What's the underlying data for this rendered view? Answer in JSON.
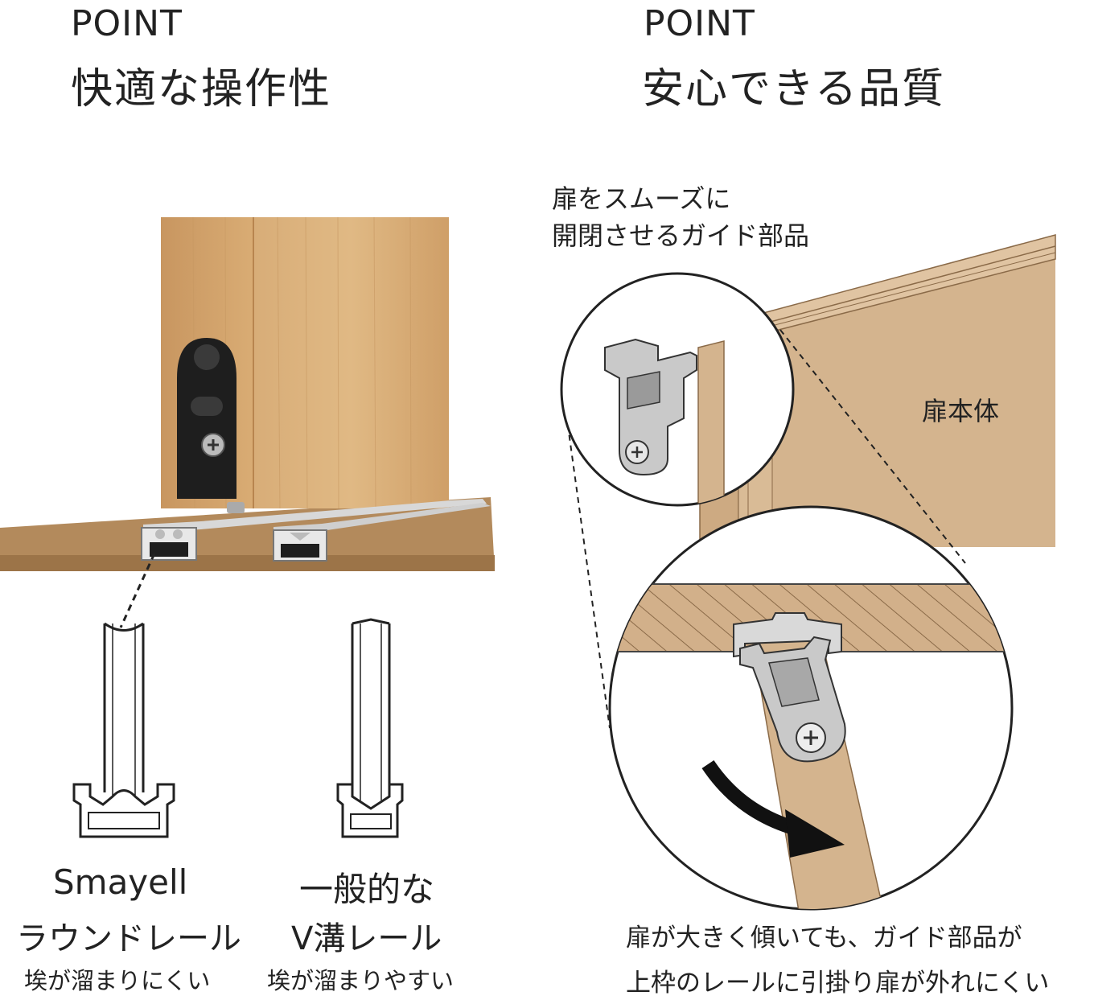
{
  "left": {
    "point_label": "POINT",
    "headline": "快適な操作性",
    "round_rail": {
      "name": "Smayell",
      "type": "ラウンドレール",
      "note": "埃が溜まりにくい"
    },
    "v_rail": {
      "name": "一般的な",
      "type": "V溝レール",
      "note": "埃が溜まりやすい"
    }
  },
  "right": {
    "point_label": "POINT",
    "headline": "安心できる品質",
    "guide_callout": [
      "扉をスムーズに",
      "開閉させるガイド部品"
    ],
    "door_label": "扉本体",
    "caption": [
      "扉が大きく傾いても、ガイド部品が",
      "上枠のレールに引掛り扉が外れにくい"
    ]
  },
  "colors": {
    "wood_light": "#d9b07a",
    "wood_dark": "#c4925a",
    "floor": "#b38a5c",
    "door_tan": "#d4b48e",
    "bracket_black": "#1e1e1e",
    "metal": "#c9c9c9"
  }
}
